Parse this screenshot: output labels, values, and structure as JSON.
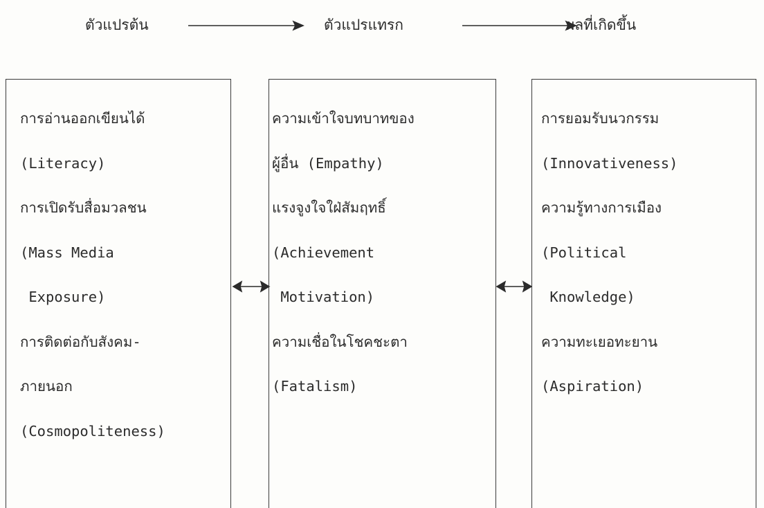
{
  "header": {
    "independent": "ตัวแปรต้น",
    "intervening": "ตัวแปรแทรก",
    "outcome": "ผลที่เกิดขึ้น"
  },
  "boxes": [
    {
      "lines": [
        "การอ่านออกเขียนได้",
        "(Literacy)",
        "การเปิดรับสื่อมวลชน",
        "(Mass Media",
        " Exposure)",
        "การติดต่อกับสังคม-",
        "ภายนอก",
        "(Cosmopoliteness)"
      ]
    },
    {
      "lines": [
        "ความเข้าใจบทบาทของ",
        "ผู้อื่น (Empathy)",
        "แรงจูงใจใฝ่สัมฤทธิ์",
        "(Achievement",
        " Motivation)",
        "ความเชื่อในโชคชะตา",
        "(Fatalism)"
      ]
    },
    {
      "lines": [
        "การยอมรับนวกรรม",
        "(Innovativeness)",
        "ความรู้ทางการเมือง",
        "(Political",
        " Knowledge)",
        "ความทะเยอทะยาน",
        "(Aspiration)"
      ]
    }
  ]
}
